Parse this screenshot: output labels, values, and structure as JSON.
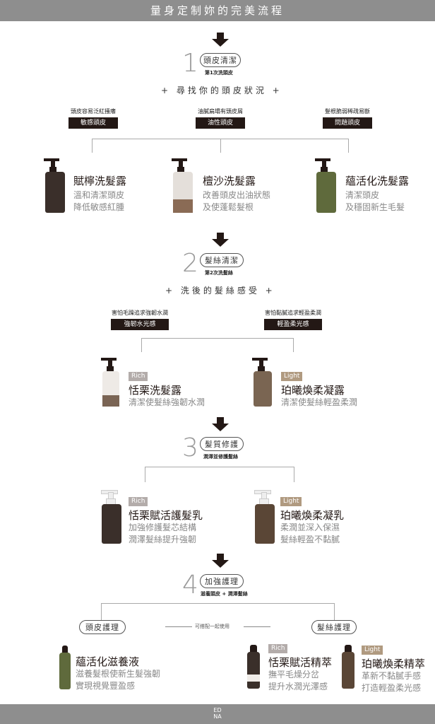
{
  "header": {
    "title": "量身定制妳的完美流程"
  },
  "step1": {
    "number": "1",
    "pill": "頭皮清潔",
    "sub": "第1次洗頭皮",
    "heading": "+ 尋找你的頭皮狀況 +",
    "conditions": [
      {
        "desc": "頭皮容易泛紅搔癢",
        "box": "敏感頭皮"
      },
      {
        "desc": "油膩扁塌有頭皮屑",
        "box": "油性頭皮"
      },
      {
        "desc": "髮根脆弱稀疏易斷",
        "box": "問題頭皮"
      }
    ],
    "products": [
      {
        "name": "賦檸洗髮露",
        "desc1": "溫和清潔頭皮",
        "desc2": "降低敏感紅腫"
      },
      {
        "name": "檀沙洗髮露",
        "desc1": "改善頭皮出油狀態",
        "desc2": "及使蓬鬆髮根"
      },
      {
        "name": "蘊活化洗髮露",
        "desc1": "清潔頭皮",
        "desc2": "及穩固新生毛髮"
      }
    ]
  },
  "step2": {
    "number": "2",
    "pill": "髮絲清潔",
    "sub": "第2次洗髮絲",
    "heading": "+ 洗後的髮絲感受 +",
    "conditions": [
      {
        "desc": "害怕毛躁追求強韌水潤",
        "box": "強韌水光感"
      },
      {
        "desc": "害怕黏膩追求輕盈柔潤",
        "box": "輕盈柔光感"
      }
    ],
    "products": [
      {
        "tag": "Rich",
        "name": "恬栗洗髮露",
        "desc1": "清潔使髮絲強韌水潤"
      },
      {
        "tag": "Light",
        "name": "珀曦煥柔凝露",
        "desc1": "清潔使髮絲輕盈柔潤"
      }
    ]
  },
  "step3": {
    "number": "3",
    "pill": "髮質修護",
    "sub": "潤澤並修護髮絲",
    "products": [
      {
        "tag": "Rich",
        "name": "恬栗賦活護髮乳",
        "desc1": "加強修護髮芯結構",
        "desc2": "潤澤髮絲提升強韌"
      },
      {
        "tag": "Light",
        "name": "珀曦煥柔凝乳",
        "desc1": "柔潤並深入保濕",
        "desc2": "髮絲輕盈不黏膩"
      }
    ]
  },
  "step4": {
    "number": "4",
    "pill": "加強護理",
    "sub": "滋養頭皮 + 潤澤髮絲",
    "left_pill": "頭皮護理",
    "right_pill": "髮絲護理",
    "middle": "可搭配一起使用",
    "products": [
      {
        "name": "蘊活化滋養液",
        "desc1": "滋養髮根使新生髮強韌",
        "desc2": "實現視覺豐盈感"
      },
      {
        "tag": "Rich",
        "name": "恬栗賦活精萃",
        "desc1": "撫平毛燥分岔",
        "desc2": "提升水潤光澤感"
      },
      {
        "tag": "Light",
        "name": "珀曦煥柔精萃",
        "desc1": "革新不黏膩手感",
        "desc2": "打造輕盈柔光感"
      }
    ]
  },
  "footer": {
    "brand_top": "ED",
    "brand_bottom": "NA"
  },
  "colors": {
    "dark": "#231815",
    "gray_bar": "#8e8e8e",
    "rich": "#b3acaa",
    "light": "#b09a80",
    "olive": "#5f6a3c",
    "amber": "#5a4636"
  }
}
